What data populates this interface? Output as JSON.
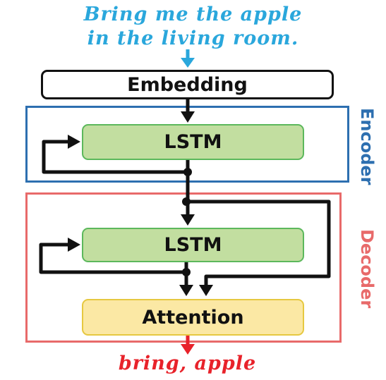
{
  "input": {
    "line1": "Bring me the apple",
    "line2": "in the living room."
  },
  "boxes": {
    "embedding": "Embedding",
    "encoder_lstm": "LSTM",
    "decoder_lstm": "LSTM",
    "attention": "Attention"
  },
  "regions": {
    "encoder": "Encoder",
    "decoder": "Decoder"
  },
  "output": "bring, apple",
  "colors": {
    "input_text": "#2aa7dc",
    "output_text": "#e8222a",
    "encoder": "#2d6fb0",
    "decoder": "#e86a6a",
    "lstm_fill": "#c2dea0",
    "attention_fill": "#fbe8a4"
  }
}
